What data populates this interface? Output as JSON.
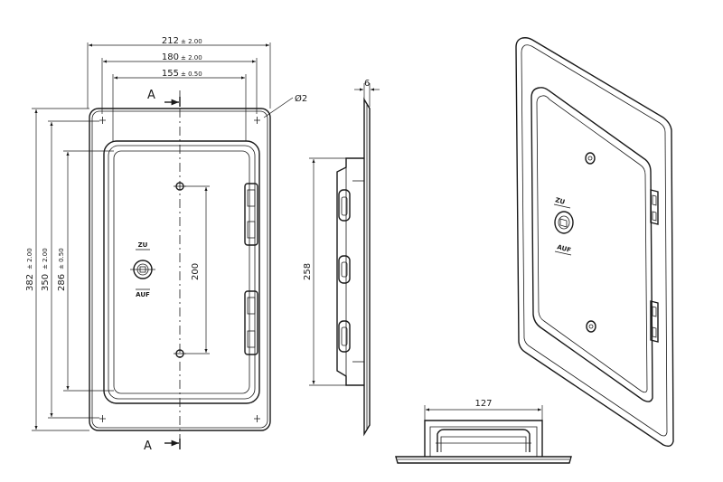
{
  "front_view": {
    "dim_width_outer": {
      "value": "212",
      "tol": "± 2.00"
    },
    "dim_width_mid": {
      "value": "180",
      "tol": "± 2.00"
    },
    "dim_width_inner": {
      "value": "155",
      "tol": "± 0.50"
    },
    "dim_height_outer": {
      "value": "382",
      "tol": "± 2.00"
    },
    "dim_height_mid": {
      "value": "350",
      "tol": "± 2.00"
    },
    "dim_height_inner": {
      "value": "286",
      "tol": "± 0.50"
    },
    "dim_hole_spacing": "200",
    "dim_hole_dia": "Ø2",
    "section_label_top": "A",
    "section_label_bottom": "A",
    "lock_label_top": "ZU",
    "lock_label_bottom": "AUF"
  },
  "side_view": {
    "dim_thickness": "6",
    "dim_height": "258"
  },
  "bottom_view": {
    "dim_width": "127"
  },
  "iso_view": {
    "lock_label_top": "ZU",
    "lock_label_bottom": "AUF"
  }
}
